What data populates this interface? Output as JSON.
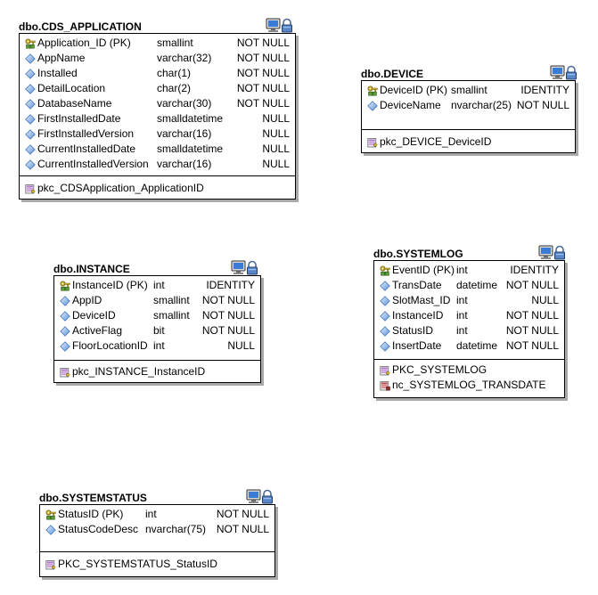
{
  "tables": [
    {
      "id": "cds_application",
      "title": "dbo.CDS_APPLICATION",
      "columns": [
        {
          "icon": "primary-key-icon",
          "name": "Application_ID (PK)",
          "type": "smallint",
          "nullability": "NOT NULL"
        },
        {
          "icon": "column-icon",
          "name": "AppName",
          "type": "varchar(32)",
          "nullability": "NOT NULL"
        },
        {
          "icon": "column-icon",
          "name": "Installed",
          "type": "char(1)",
          "nullability": "NOT NULL"
        },
        {
          "icon": "column-icon",
          "name": "DetailLocation",
          "type": "char(2)",
          "nullability": "NOT NULL"
        },
        {
          "icon": "column-icon",
          "name": "DatabaseName",
          "type": "varchar(30)",
          "nullability": "NOT NULL"
        },
        {
          "icon": "column-icon",
          "name": "FirstInstalledDate",
          "type": "smalldatetime",
          "nullability": "NULL"
        },
        {
          "icon": "column-icon",
          "name": "FirstInstalledVersion",
          "type": "varchar(16)",
          "nullability": "NULL"
        },
        {
          "icon": "column-icon",
          "name": "CurrentInstalledDate",
          "type": "smalldatetime",
          "nullability": "NULL"
        },
        {
          "icon": "column-icon",
          "name": "CurrentInstalledVersion",
          "type": "varchar(16)",
          "nullability": "NULL"
        }
      ],
      "indexes": [
        {
          "icon": "primary-key-index-icon",
          "name": "pkc_CDSApplication_ApplicationID"
        }
      ]
    },
    {
      "id": "device",
      "title": "dbo.DEVICE",
      "columns": [
        {
          "icon": "primary-key-icon",
          "name": "DeviceID (PK)",
          "type": "smallint",
          "nullability": "IDENTITY"
        },
        {
          "icon": "column-icon",
          "name": "DeviceName",
          "type": "nvarchar(25)",
          "nullability": "NOT NULL"
        }
      ],
      "indexes": [
        {
          "icon": "primary-key-index-icon",
          "name": "pkc_DEVICE_DeviceID"
        }
      ]
    },
    {
      "id": "instance",
      "title": "dbo.INSTANCE",
      "columns": [
        {
          "icon": "primary-key-icon",
          "name": "InstanceID (PK)",
          "type": "int",
          "nullability": "IDENTITY"
        },
        {
          "icon": "column-icon",
          "name": "AppID",
          "type": "smallint",
          "nullability": "NOT NULL"
        },
        {
          "icon": "column-icon",
          "name": "DeviceID",
          "type": "smallint",
          "nullability": "NOT NULL"
        },
        {
          "icon": "column-icon",
          "name": "ActiveFlag",
          "type": "bit",
          "nullability": "NOT NULL"
        },
        {
          "icon": "column-icon",
          "name": "FloorLocationID",
          "type": "int",
          "nullability": "NULL"
        }
      ],
      "indexes": [
        {
          "icon": "primary-key-index-icon",
          "name": "pkc_INSTANCE_InstanceID"
        }
      ]
    },
    {
      "id": "systemlog",
      "title": "dbo.SYSTEMLOG",
      "columns": [
        {
          "icon": "primary-key-icon",
          "name": "EventID (PK)",
          "type": "int",
          "nullability": "IDENTITY"
        },
        {
          "icon": "column-icon",
          "name": "TransDate",
          "type": "datetime",
          "nullability": "NOT NULL"
        },
        {
          "icon": "column-icon",
          "name": "SlotMast_ID",
          "type": "int",
          "nullability": "NULL"
        },
        {
          "icon": "column-icon",
          "name": "InstanceID",
          "type": "int",
          "nullability": "NOT NULL"
        },
        {
          "icon": "column-icon",
          "name": "StatusID",
          "type": "int",
          "nullability": "NOT NULL"
        },
        {
          "icon": "column-icon",
          "name": "InsertDate",
          "type": "datetime",
          "nullability": "NOT NULL"
        }
      ],
      "indexes": [
        {
          "icon": "primary-key-index-icon",
          "name": "PKC_SYSTEMLOG"
        },
        {
          "icon": "nonclustered-index-icon",
          "name": "nc_SYSTEMLOG_TRANSDATE"
        }
      ]
    },
    {
      "id": "systemstatus",
      "title": "dbo.SYSTEMSTATUS",
      "columns": [
        {
          "icon": "primary-key-icon",
          "name": "StatusID (PK)",
          "type": "int",
          "nullability": "NOT NULL"
        },
        {
          "icon": "column-icon",
          "name": "StatusCodeDesc",
          "type": "nvarchar(75)",
          "nullability": "NOT NULL"
        }
      ],
      "indexes": [
        {
          "icon": "primary-key-index-icon",
          "name": "PKC_SYSTEMSTATUS_StatusID"
        }
      ]
    }
  ]
}
